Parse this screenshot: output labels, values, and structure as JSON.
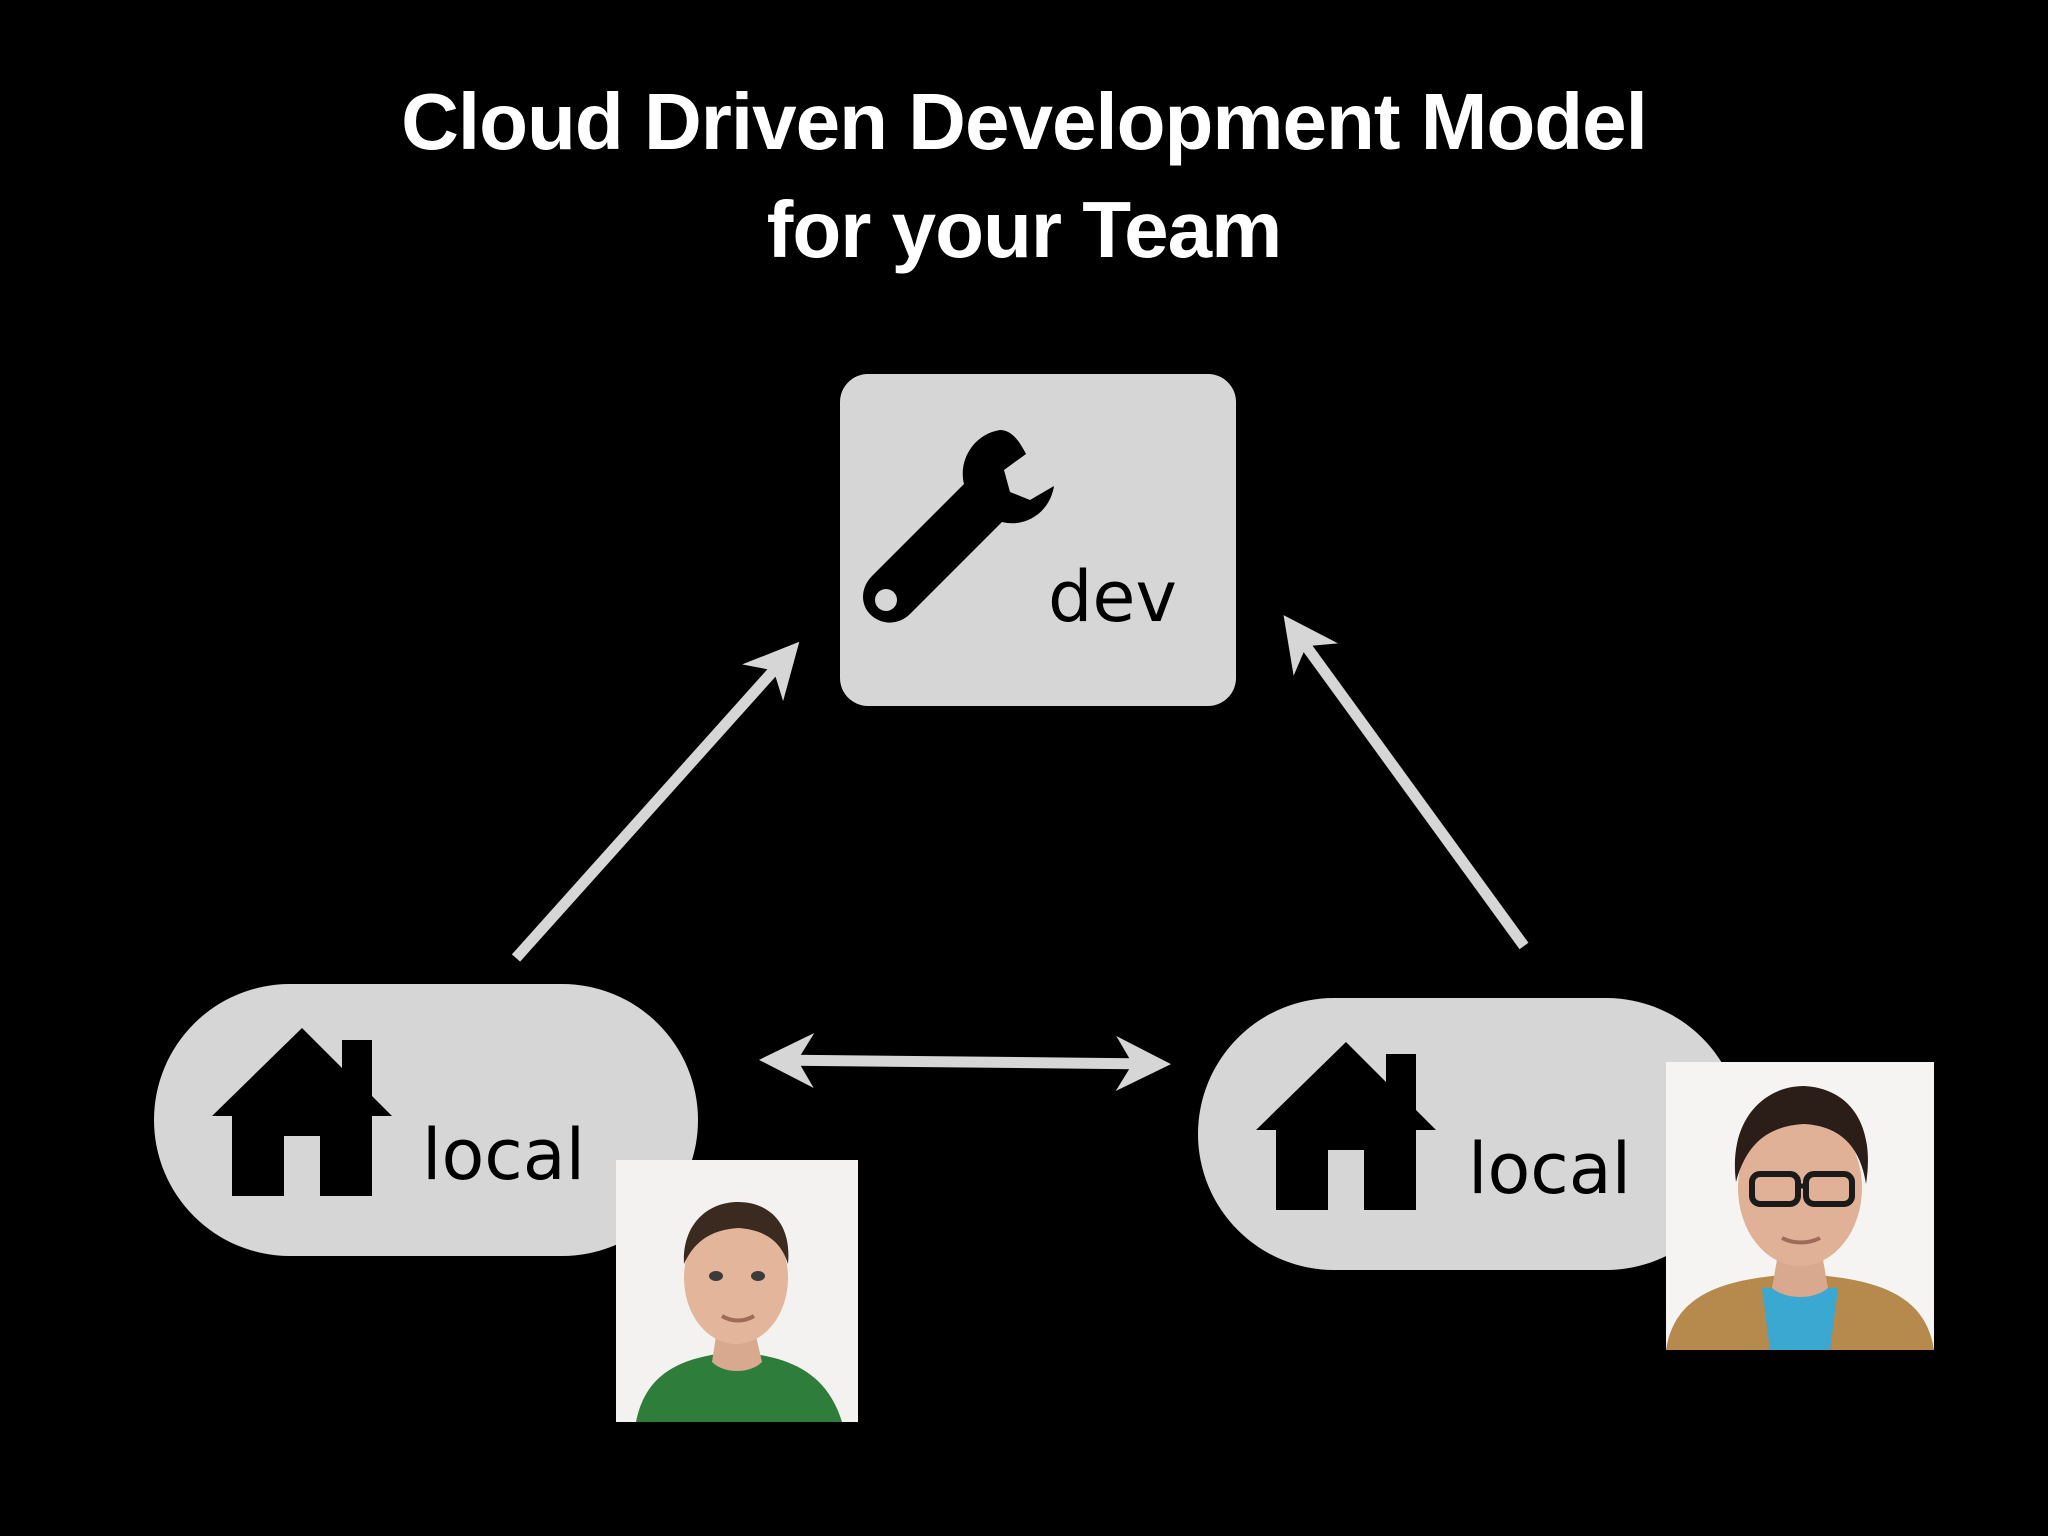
{
  "slide": {
    "title_line1": "Cloud Driven Development Model",
    "title_line2": "for your Team"
  },
  "nodes": {
    "dev": {
      "label": "dev",
      "icon": "wrench-icon"
    },
    "local_left": {
      "label": "local",
      "icon": "home-icon"
    },
    "local_right": {
      "label": "local",
      "icon": "home-icon"
    }
  },
  "colors": {
    "background": "#000000",
    "node_fill": "#d6d6d6",
    "arrow": "#d6d6d6",
    "text_title": "#ffffff",
    "text_node": "#000000"
  }
}
